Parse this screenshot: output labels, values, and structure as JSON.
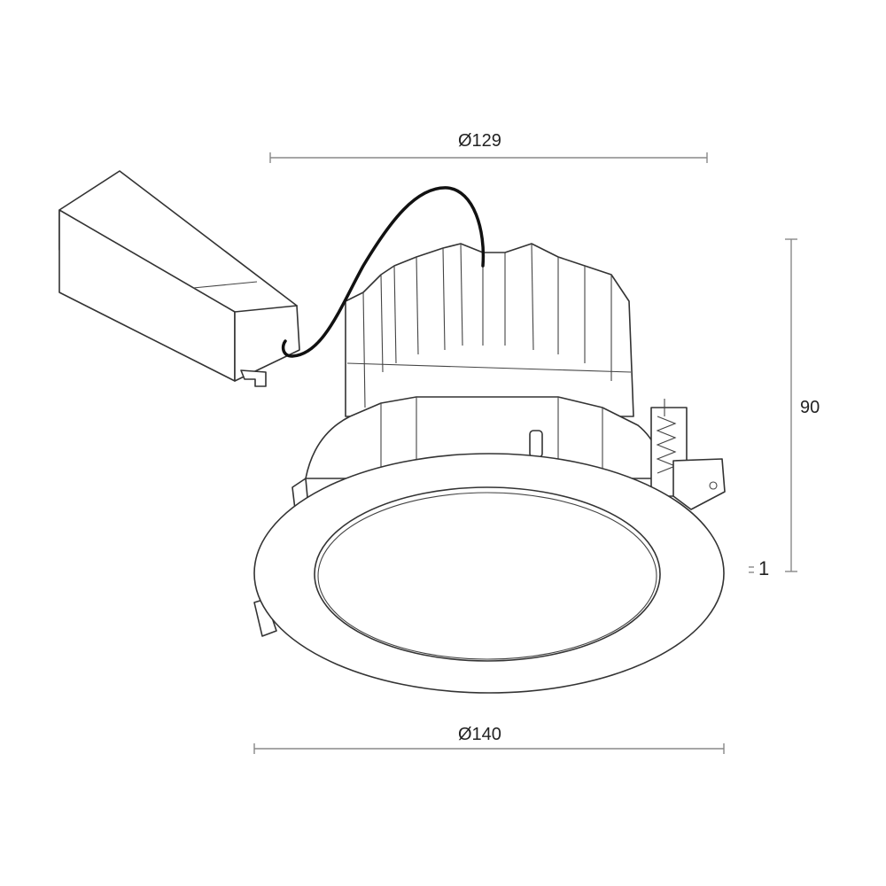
{
  "dimensions": {
    "top_diameter": "Ø129",
    "bottom_diameter": "Ø140",
    "height": "90",
    "trim_thickness": "1"
  }
}
